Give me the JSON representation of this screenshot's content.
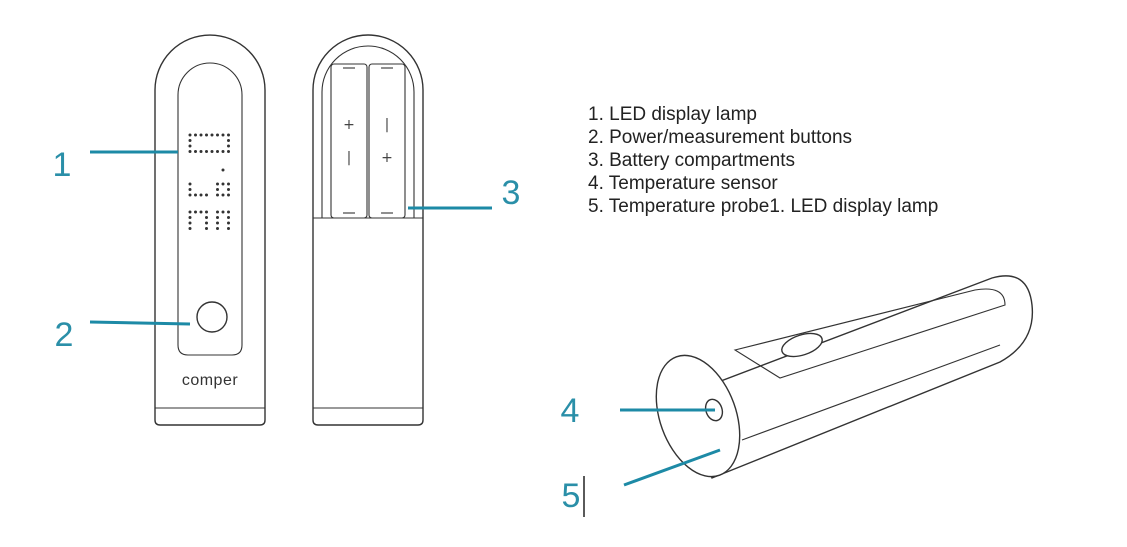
{
  "legend": {
    "items": [
      "1. LED display lamp",
      "2. Power/measurement buttons",
      "3. Battery compartments",
      "4. Temperature sensor",
      "5. Temperature probe1. LED display lamp"
    ]
  },
  "callouts": {
    "c1": "1",
    "c2": "2",
    "c3": "3",
    "c4": "4",
    "c5": "5"
  },
  "device": {
    "brand": "comper",
    "battery_symbols": {
      "plus": "+",
      "minus": "|",
      "dash": "-"
    }
  },
  "colors": {
    "leader": "#1d8aa6",
    "callout_text": "#2a8fa8",
    "outline": "#333333",
    "legend_text": "#222222"
  }
}
